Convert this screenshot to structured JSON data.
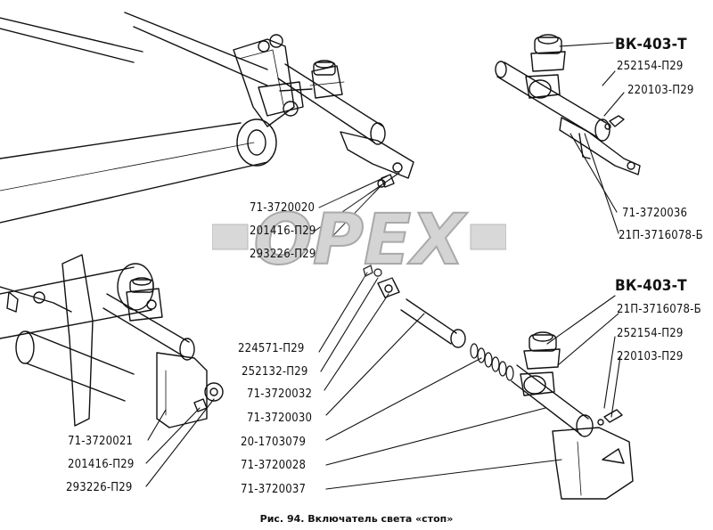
{
  "caption": "Рис. 94. Включатель света «стоп»",
  "watermark": "OPEX",
  "labels": {
    "vk_top": "ВК-403-Т",
    "p252154_top": "252154-П29",
    "p220103_top": "220103-П29",
    "p71_3720036": "71-3720036",
    "p21p_3716078_top": "21П-3716078-Б",
    "p71_3720020": "71-3720020",
    "p201416_upper": "201416-П29",
    "p293226_upper": "293226-П29",
    "vk_bottom": "ВК-403-Т",
    "p21p_3716078_bottom": "21П-3716078-Б",
    "p252154_bottom": "252154-П29",
    "p220103_bottom": "220103-П29",
    "p224571": "224571-П29",
    "p252132": "252132-П29",
    "p71_3720032": "71-3720032",
    "p71_3720030": "71-3720030",
    "p20_1703079": "20-1703079",
    "p71_3720028": "71-3720028",
    "p71_3720037": "71-3720037",
    "p71_3720021": "71-3720021",
    "p201416_lower": "201416-П29",
    "p293226_lower": "293226-П29"
  }
}
